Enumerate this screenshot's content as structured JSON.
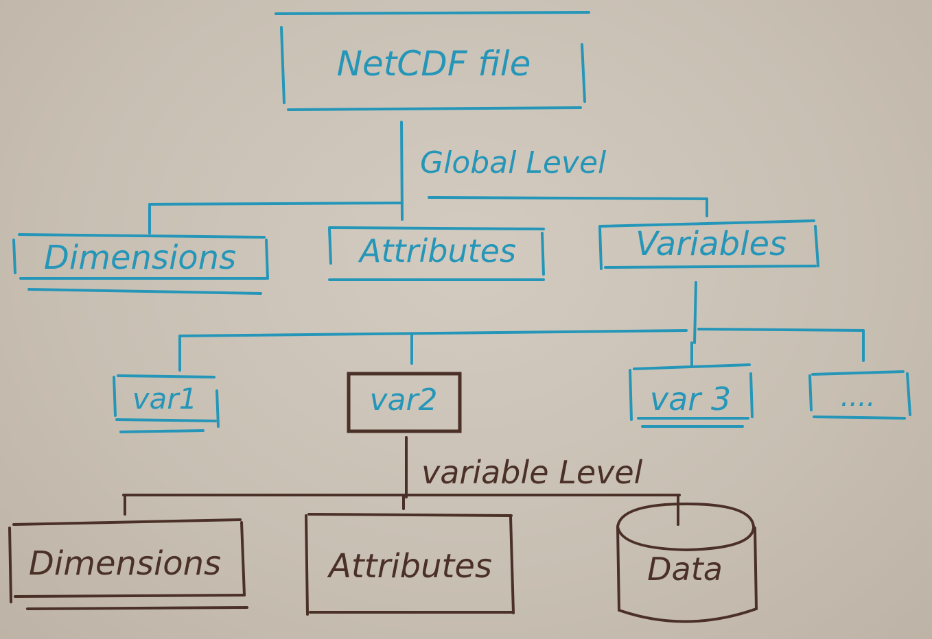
{
  "root": {
    "label": "NetCDF file"
  },
  "global_level_label": "Global Level",
  "global_nodes": {
    "dimensions": "Dimensions",
    "attributes": "Attributes",
    "variables": "Variables"
  },
  "variables": {
    "var1": "var1",
    "var2": "var2",
    "var3": "var 3",
    "more": "...."
  },
  "variable_level_label": "variable Level",
  "variable_nodes": {
    "dimensions": "Dimensions",
    "attributes": "Attributes",
    "data": "Data"
  },
  "colors": {
    "global_ink": "#2596b8",
    "variable_ink": "#4a3026",
    "paper": "#cdc4b8"
  }
}
